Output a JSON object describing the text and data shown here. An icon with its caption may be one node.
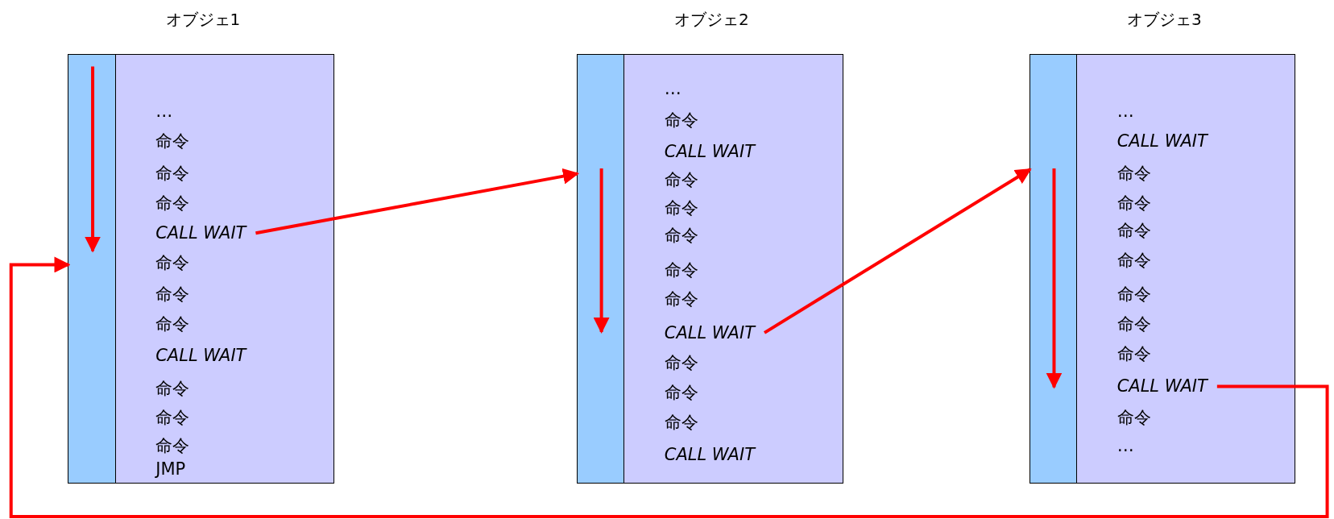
{
  "diagram": {
    "nodes": [
      {
        "text": [
          "オブジェ1"
        ]
      },
      {
        "text": [],
        "shape": "bar",
        "in": 0
      },
      {
        "text": [
          "…"
        ],
        "in": 0
      },
      {
        "text": [
          "命令"
        ],
        "in": 0
      },
      {
        "text": [
          "命令"
        ],
        "in": 0
      },
      {
        "text": [
          "命令"
        ],
        "in": 0
      },
      {
        "text": [
          "CALL WAIT"
        ],
        "in": 0
      },
      {
        "text": [
          "命令"
        ],
        "in": 0
      },
      {
        "text": [
          "命令"
        ],
        "in": 0
      },
      {
        "text": [
          "命令"
        ],
        "in": 0
      },
      {
        "text": [
          "CALL WAIT"
        ],
        "in": 0
      },
      {
        "text": [
          "命令"
        ],
        "in": 0
      },
      {
        "text": [
          "命令"
        ],
        "in": 0
      },
      {
        "text": [
          "命令"
        ],
        "in": 0
      },
      {
        "text": [
          "JMP"
        ],
        "in": 0
      },
      {
        "text": [
          "オブジェ2"
        ]
      },
      {
        "text": [],
        "shape": "bar",
        "in": 15
      },
      {
        "text": [
          "…"
        ],
        "in": 15
      },
      {
        "text": [
          "命令"
        ],
        "in": 15
      },
      {
        "text": [
          "CALL WAIT"
        ],
        "in": 15
      },
      {
        "text": [
          "命令"
        ],
        "in": 15
      },
      {
        "text": [
          "命令"
        ],
        "in": 15
      },
      {
        "text": [
          "命令"
        ],
        "in": 15
      },
      {
        "text": [
          "命令"
        ],
        "in": 15
      },
      {
        "text": [
          "命令"
        ],
        "in": 15
      },
      {
        "text": [
          "CALL WAIT"
        ],
        "in": 15
      },
      {
        "text": [
          "命令"
        ],
        "in": 15
      },
      {
        "text": [
          "命令"
        ],
        "in": 15
      },
      {
        "text": [
          "命令"
        ],
        "in": 15
      },
      {
        "text": [
          "CALL WAIT"
        ],
        "in": 15
      },
      {
        "text": [
          "オブジェ3"
        ]
      },
      {
        "text": [],
        "shape": "bar",
        "in": 30
      },
      {
        "text": [
          "…"
        ],
        "in": 30
      },
      {
        "text": [
          "CALL WAIT"
        ],
        "in": 30
      },
      {
        "text": [
          "命令"
        ],
        "in": 30
      },
      {
        "text": [
          "命令"
        ],
        "in": 30
      },
      {
        "text": [
          "命令"
        ],
        "in": 30
      },
      {
        "text": [
          "命令"
        ],
        "in": 30
      },
      {
        "text": [
          "命令"
        ],
        "in": 30
      },
      {
        "text": [
          "命令"
        ],
        "in": 30
      },
      {
        "text": [
          "命令"
        ],
        "in": 30
      },
      {
        "text": [
          "CALL WAIT"
        ],
        "in": 30
      },
      {
        "text": [
          "命令"
        ],
        "in": 30
      },
      {
        "text": [
          "…"
        ],
        "in": 30
      }
    ],
    "edges": [
      {
        "from": 6,
        "to": 16,
        "arrow": "to"
      },
      {
        "from": 25,
        "to": 31,
        "arrow": "to"
      },
      {
        "from": 41,
        "to": 1,
        "arrow": "to"
      }
    ]
  }
}
